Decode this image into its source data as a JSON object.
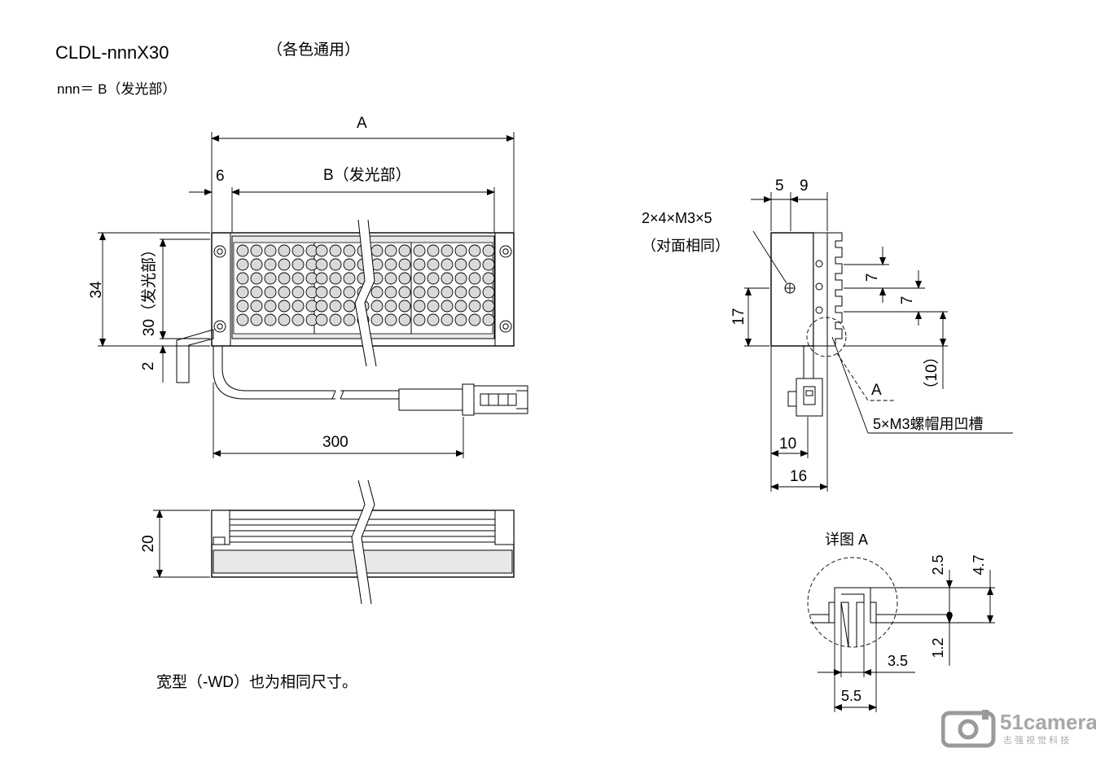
{
  "header": {
    "model": "CLDL-nnnX30",
    "model_note": "（各色通用）",
    "nnn_def": "nnn＝ B（发光部）"
  },
  "front_view": {
    "dim_A": "A",
    "dim_6": "6",
    "dim_B": "B（发光部）",
    "dim_34": "34",
    "dim_30": "30（发光部）",
    "dim_2": "2",
    "dim_300": "300"
  },
  "bottom_view": {
    "dim_20": "20",
    "note": "宽型（-WD）也为相同尺寸。"
  },
  "side_view": {
    "dim_5": "5",
    "dim_9": "9",
    "screw_label": "2×4×M3×5",
    "screw_note": "（对面相同）",
    "dim_17": "17",
    "dim_7a": "7",
    "dim_7b": "7",
    "dim_10_paren": "（10）",
    "detail_ref": "A",
    "groove_label": "5×M3螺帽用凹槽",
    "dim_10": "10",
    "dim_16": "16"
  },
  "detail_view": {
    "title": "详图 A",
    "dim_2_5": "2.5",
    "dim_4_7": "4.7",
    "dim_1_2": "1.2",
    "dim_3_5": "3.5",
    "dim_5_5": "5.5"
  },
  "watermark": {
    "brand": "51camera",
    "tagline": "志 强 视 觉 科 技"
  }
}
